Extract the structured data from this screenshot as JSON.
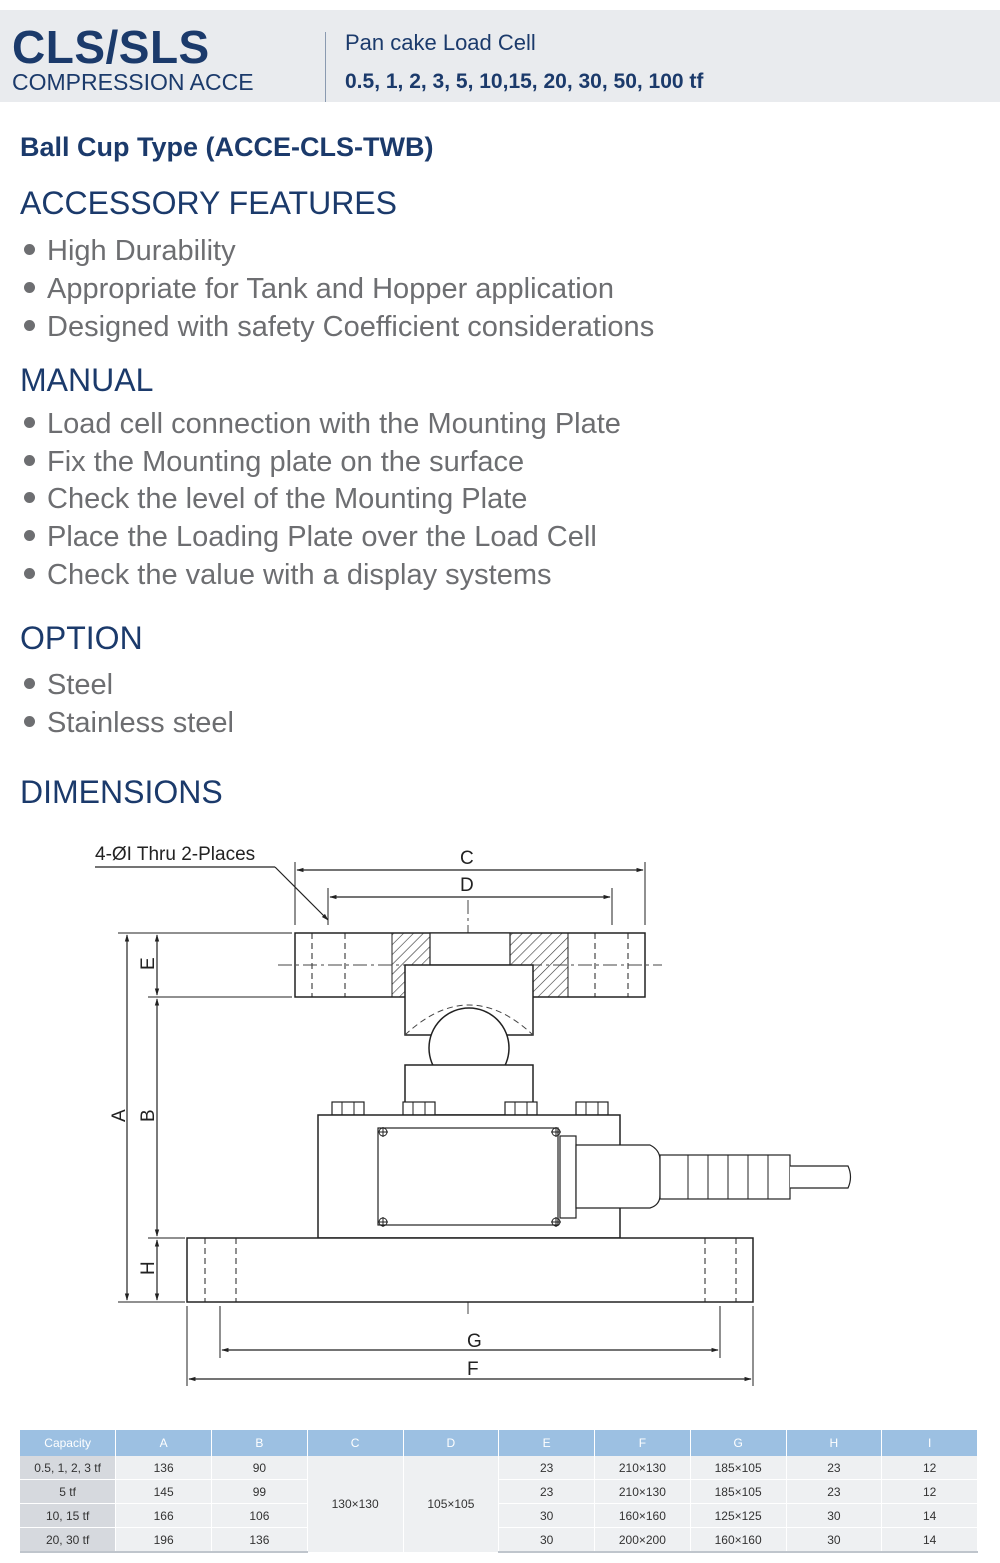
{
  "header": {
    "title": "CLS/SLS",
    "subtitle": "COMPRESSION ACCE",
    "product_name": "Pan cake Load Cell",
    "capacities": "0.5, 1, 2, 3, 5, 10,15, 20, 30, 50, 100 tf"
  },
  "type_title": "Ball Cup Type (ACCE-CLS-TWB)",
  "sections": {
    "features": {
      "heading": "ACCESSORY FEATURES",
      "items": [
        "High Durability",
        "Appropriate for Tank and Hopper application",
        "Designed with safety Coefficient considerations"
      ]
    },
    "manual": {
      "heading": "MANUAL",
      "items": [
        "Load cell connection with the Mounting Plate",
        "Fix the Mounting plate on the surface",
        "Check the level of the Mounting Plate",
        "Place the Loading Plate over the Load Cell",
        "Check the value with a display systems"
      ]
    },
    "option": {
      "heading": "OPTION",
      "items": [
        "Steel",
        "Stainless steel"
      ]
    },
    "dimensions": {
      "heading": "DIMENSIONS"
    }
  },
  "drawing": {
    "hole_note": "4-ØI Thru 2-Places",
    "labels": {
      "A": "A",
      "B": "B",
      "C": "C",
      "D": "D",
      "E": "E",
      "F": "F",
      "G": "G",
      "H": "H"
    }
  },
  "table": {
    "headers": [
      "Capacity",
      "A",
      "B",
      "C",
      "D",
      "E",
      "F",
      "G",
      "H",
      "I"
    ],
    "shared": {
      "C": "130×130",
      "D": "105×105"
    },
    "rows": [
      {
        "capacity": "0.5, 1, 2, 3 tf",
        "A": "136",
        "B": "90",
        "E": "23",
        "F": "210×130",
        "G": "185×105",
        "H": "23",
        "I": "12"
      },
      {
        "capacity": "5 tf",
        "A": "145",
        "B": "99",
        "E": "23",
        "F": "210×130",
        "G": "185×105",
        "H": "23",
        "I": "12"
      },
      {
        "capacity": "10, 15 tf",
        "A": "166",
        "B": "106",
        "E": "30",
        "F": "160×160",
        "G": "125×125",
        "H": "30",
        "I": "14"
      },
      {
        "capacity": "20, 30 tf",
        "A": "196",
        "B": "136",
        "E": "30",
        "F": "200×200",
        "G": "160×160",
        "H": "30",
        "I": "14"
      }
    ]
  }
}
